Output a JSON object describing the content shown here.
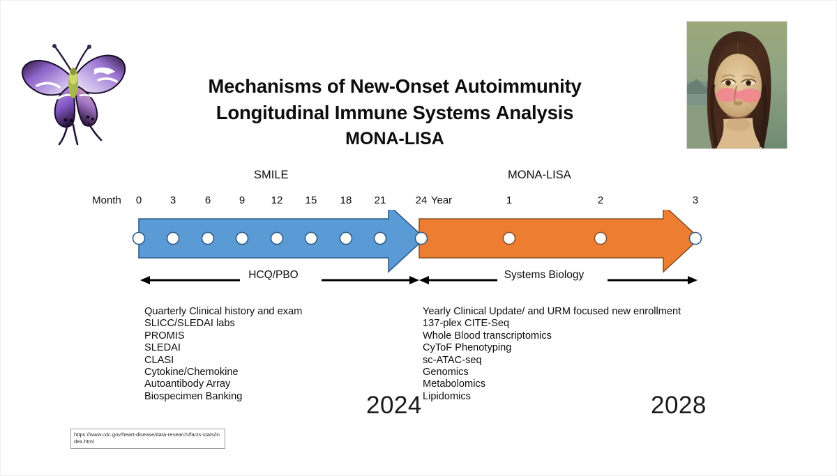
{
  "title": {
    "line1_parts": [
      {
        "text": "M",
        "emphasis": true
      },
      {
        "text": "echanisms ",
        "emphasis": false
      },
      {
        "text": "o",
        "emphasis": true
      },
      {
        "text": "f ",
        "emphasis": false
      },
      {
        "text": "N",
        "emphasis": true
      },
      {
        "text": "ew-Onset ",
        "emphasis": false
      },
      {
        "text": "A",
        "emphasis": true
      },
      {
        "text": "utoimmunity",
        "emphasis": false
      }
    ],
    "line2_parts": [
      {
        "text": "L",
        "emphasis": true
      },
      {
        "text": "ongitudinal ",
        "emphasis": false
      },
      {
        "text": "I",
        "emphasis": true
      },
      {
        "text": "mmune ",
        "emphasis": false
      },
      {
        "text": "S",
        "emphasis": true
      },
      {
        "text": "ystems ",
        "emphasis": false
      },
      {
        "text": "A",
        "emphasis": true
      },
      {
        "text": "nalysis",
        "emphasis": false
      }
    ],
    "line3": "MONA-LISA"
  },
  "phases": {
    "smile": "SMILE",
    "mona_lisa": "MONA-LISA"
  },
  "axis": {
    "month_unit_label": "Month",
    "year_unit_label": "Year",
    "month_ticks": [
      "0",
      "3",
      "6",
      "9",
      "12",
      "15",
      "18",
      "21",
      "24"
    ],
    "year_ticks": [
      "1",
      "2",
      "3"
    ]
  },
  "arrows": {
    "blue_color": "#5B9BD5",
    "blue_border": "#2E5C8A",
    "orange_color": "#ED7D31",
    "orange_border": "#8A5226",
    "node_fill": "#FFFFFF",
    "blue_nodes": 8,
    "orange_nodes": 4
  },
  "annotations": {
    "left_label": "HCQ/PBO",
    "right_label": "Systems Biology"
  },
  "assessments": {
    "left": [
      "Quarterly Clinical history and exam",
      "SLICC/SLEDAI labs",
      "PROMIS",
      "SLEDAI",
      "CLASI",
      "Cytokine/Chemokine",
      "Autoantibody Array",
      "Biospecimen Banking"
    ],
    "right": [
      "Yearly Clinical Update/ and URM focused new enrollment",
      "137-plex CITE-Seq",
      "Whole Blood transcriptomics",
      "CyToF Phenotyping",
      "sc-ATAC-seq",
      "Genomics",
      "Metabolomics",
      "Lipidomics"
    ]
  },
  "years": {
    "start": "2024",
    "end": "2028"
  },
  "footnote": {
    "url": "https://www.cdc.gov/heart-disease/data-research/facts-stats/index.html"
  },
  "images": {
    "butterfly": "purple-butterfly-logo",
    "mona_lisa": "mona-lisa-with-malar-rash"
  }
}
